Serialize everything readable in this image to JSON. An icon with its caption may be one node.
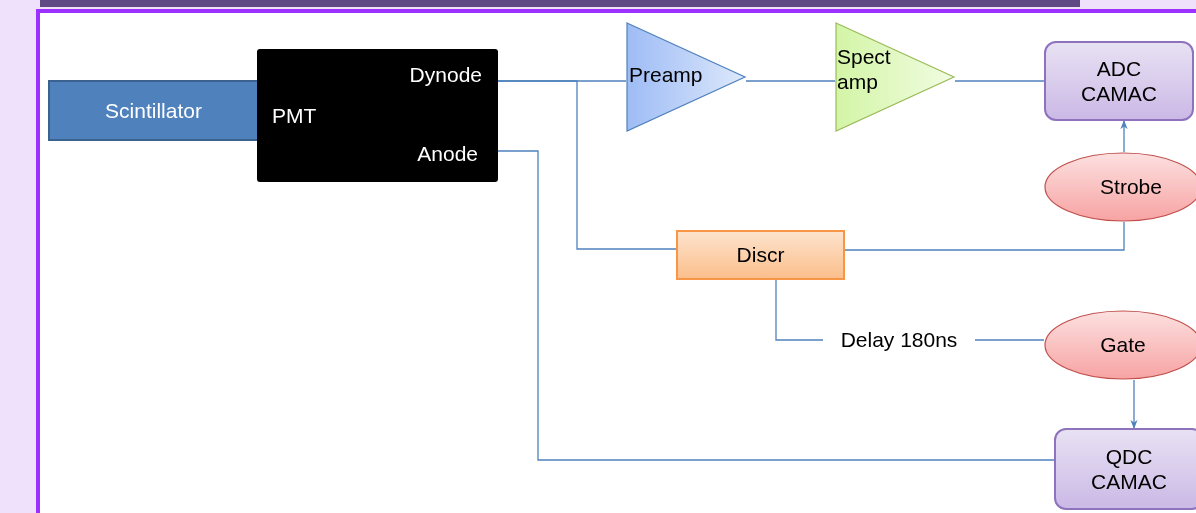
{
  "diagram": {
    "nodes": [
      {
        "text": [
          "Scintillator"
        ]
      },
      {
        "text": [
          "PMT",
          "Dynode",
          "Anode"
        ]
      },
      {
        "text": [
          "Preamp"
        ]
      },
      {
        "text": [
          "Spect amp"
        ]
      },
      {
        "text": [
          "ADC CAMAC"
        ]
      },
      {
        "text": [
          "Strobe"
        ]
      },
      {
        "text": [
          "Discr"
        ]
      },
      {
        "text": [
          "Delay 180ns"
        ]
      },
      {
        "text": [
          "Gate"
        ]
      },
      {
        "text": [
          "QDC CAMAC"
        ]
      }
    ],
    "edges": [
      {
        "from": 1,
        "to": 2,
        "arrow": "none"
      },
      {
        "from": 1,
        "to": 6,
        "arrow": "none"
      },
      {
        "from": 2,
        "to": 3,
        "arrow": "none"
      },
      {
        "from": 3,
        "to": 4,
        "arrow": "none"
      },
      {
        "from": 5,
        "to": 4,
        "arrow": "to"
      },
      {
        "from": 6,
        "to": 5,
        "arrow": "none"
      },
      {
        "from": 6,
        "to": 7,
        "arrow": "none"
      },
      {
        "from": 7,
        "to": 8,
        "arrow": "none"
      },
      {
        "from": 8,
        "to": 9,
        "arrow": "to"
      },
      {
        "from": 1,
        "to": 9,
        "arrow": "none"
      }
    ]
  }
}
